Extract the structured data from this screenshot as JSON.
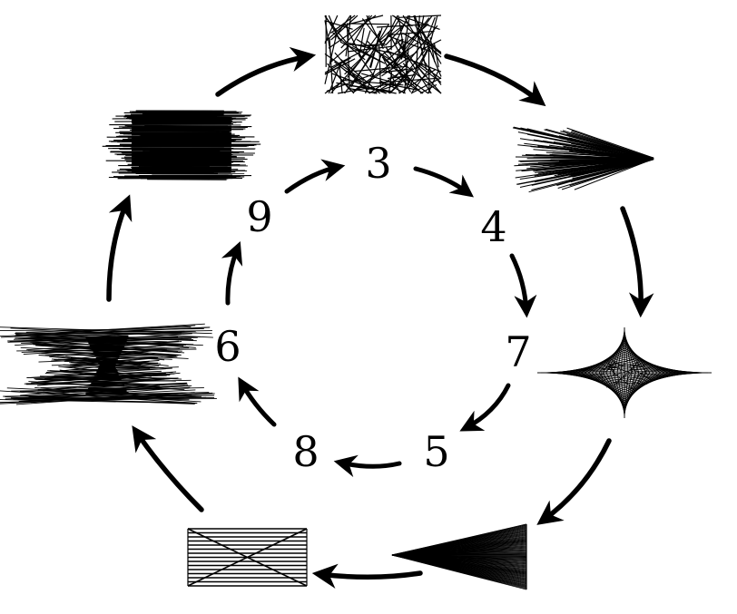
{
  "inner_cycle": {
    "labels": [
      "3",
      "4",
      "7",
      "5",
      "8",
      "6",
      "9"
    ]
  },
  "outer_cycle": {
    "glyphs": [
      {
        "name": "tangled-lines-glyph"
      },
      {
        "name": "fan-right-glyph"
      },
      {
        "name": "four-point-star-glyph"
      },
      {
        "name": "fan-left-glyph"
      },
      {
        "name": "crossed-box-glyph"
      },
      {
        "name": "hourglass-scribble-glyph"
      },
      {
        "name": "horizontal-scribble-glyph"
      }
    ]
  },
  "colors": {
    "ink": "#000000",
    "background": "#ffffff"
  }
}
